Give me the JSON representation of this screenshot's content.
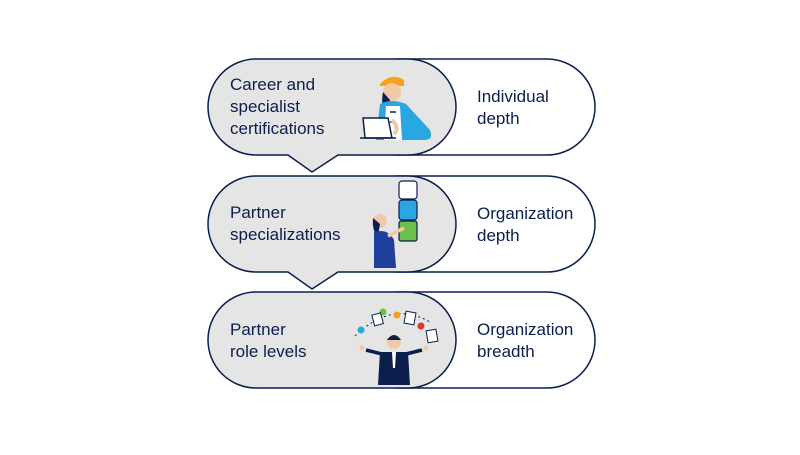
{
  "diagram": {
    "colors": {
      "outline": "#0b1f4d",
      "left_fill": "#e5e5e5",
      "right_fill": "#ffffff",
      "text": "#0b1f4d"
    },
    "rows": [
      {
        "left_label": "Career and\nspecialist\ncertifications",
        "right_label": "Individual\ndepth",
        "illustration": "engineer-with-laptop-icon"
      },
      {
        "left_label": "Partner\nspecializations",
        "right_label": "Organization\ndepth",
        "illustration": "person-stacking-blocks-icon"
      },
      {
        "left_label": "Partner\nrole levels",
        "right_label": "Organization\nbreadth",
        "illustration": "juggling-businessman-icon"
      }
    ]
  }
}
